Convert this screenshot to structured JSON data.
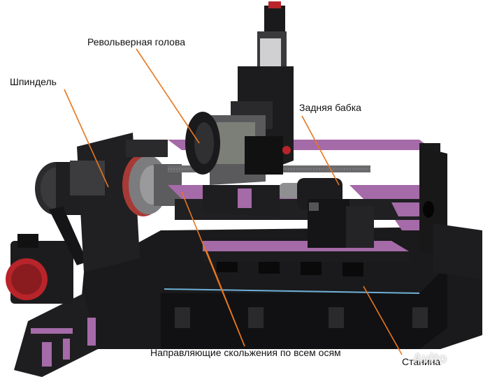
{
  "labels": {
    "turret": "Револьверная голова",
    "spindle": "Шпиндель",
    "tailstock": "Задняя бабка",
    "guides": "Направляющие скольжения по всем осям",
    "bed": "Станина"
  },
  "watermark": "Avito",
  "colors": {
    "machine_body": "#1c1c1e",
    "machine_dark": "#0d0d0f",
    "guideways": "#a56aa8",
    "leader_lines": "#e8771e",
    "motor_red": "#b8242a",
    "slot_blue": "#6fb1d6"
  }
}
